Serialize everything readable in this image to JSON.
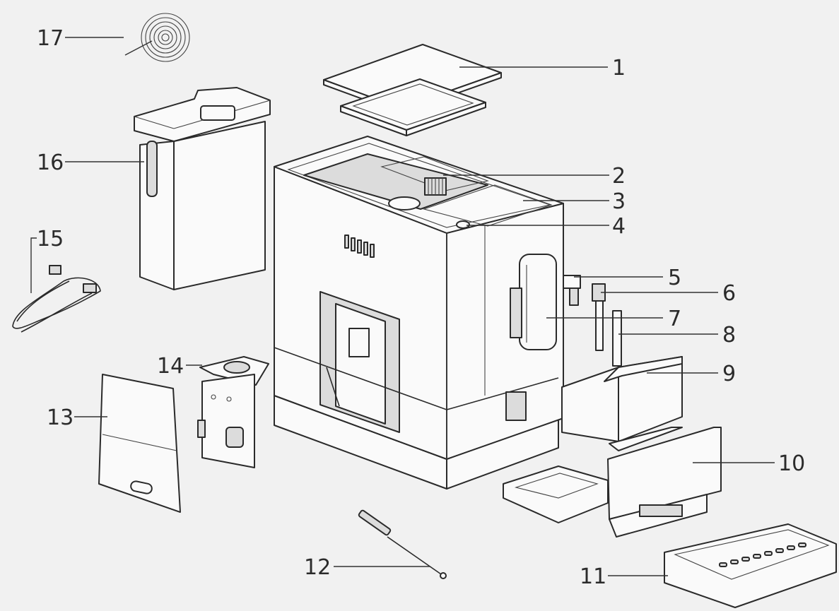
{
  "diagram": {
    "type": "exploded-view",
    "callouts": [
      "1",
      "2",
      "3",
      "4",
      "5",
      "6",
      "7",
      "8",
      "9",
      "10",
      "11",
      "12",
      "13",
      "14",
      "15",
      "16",
      "17"
    ]
  }
}
